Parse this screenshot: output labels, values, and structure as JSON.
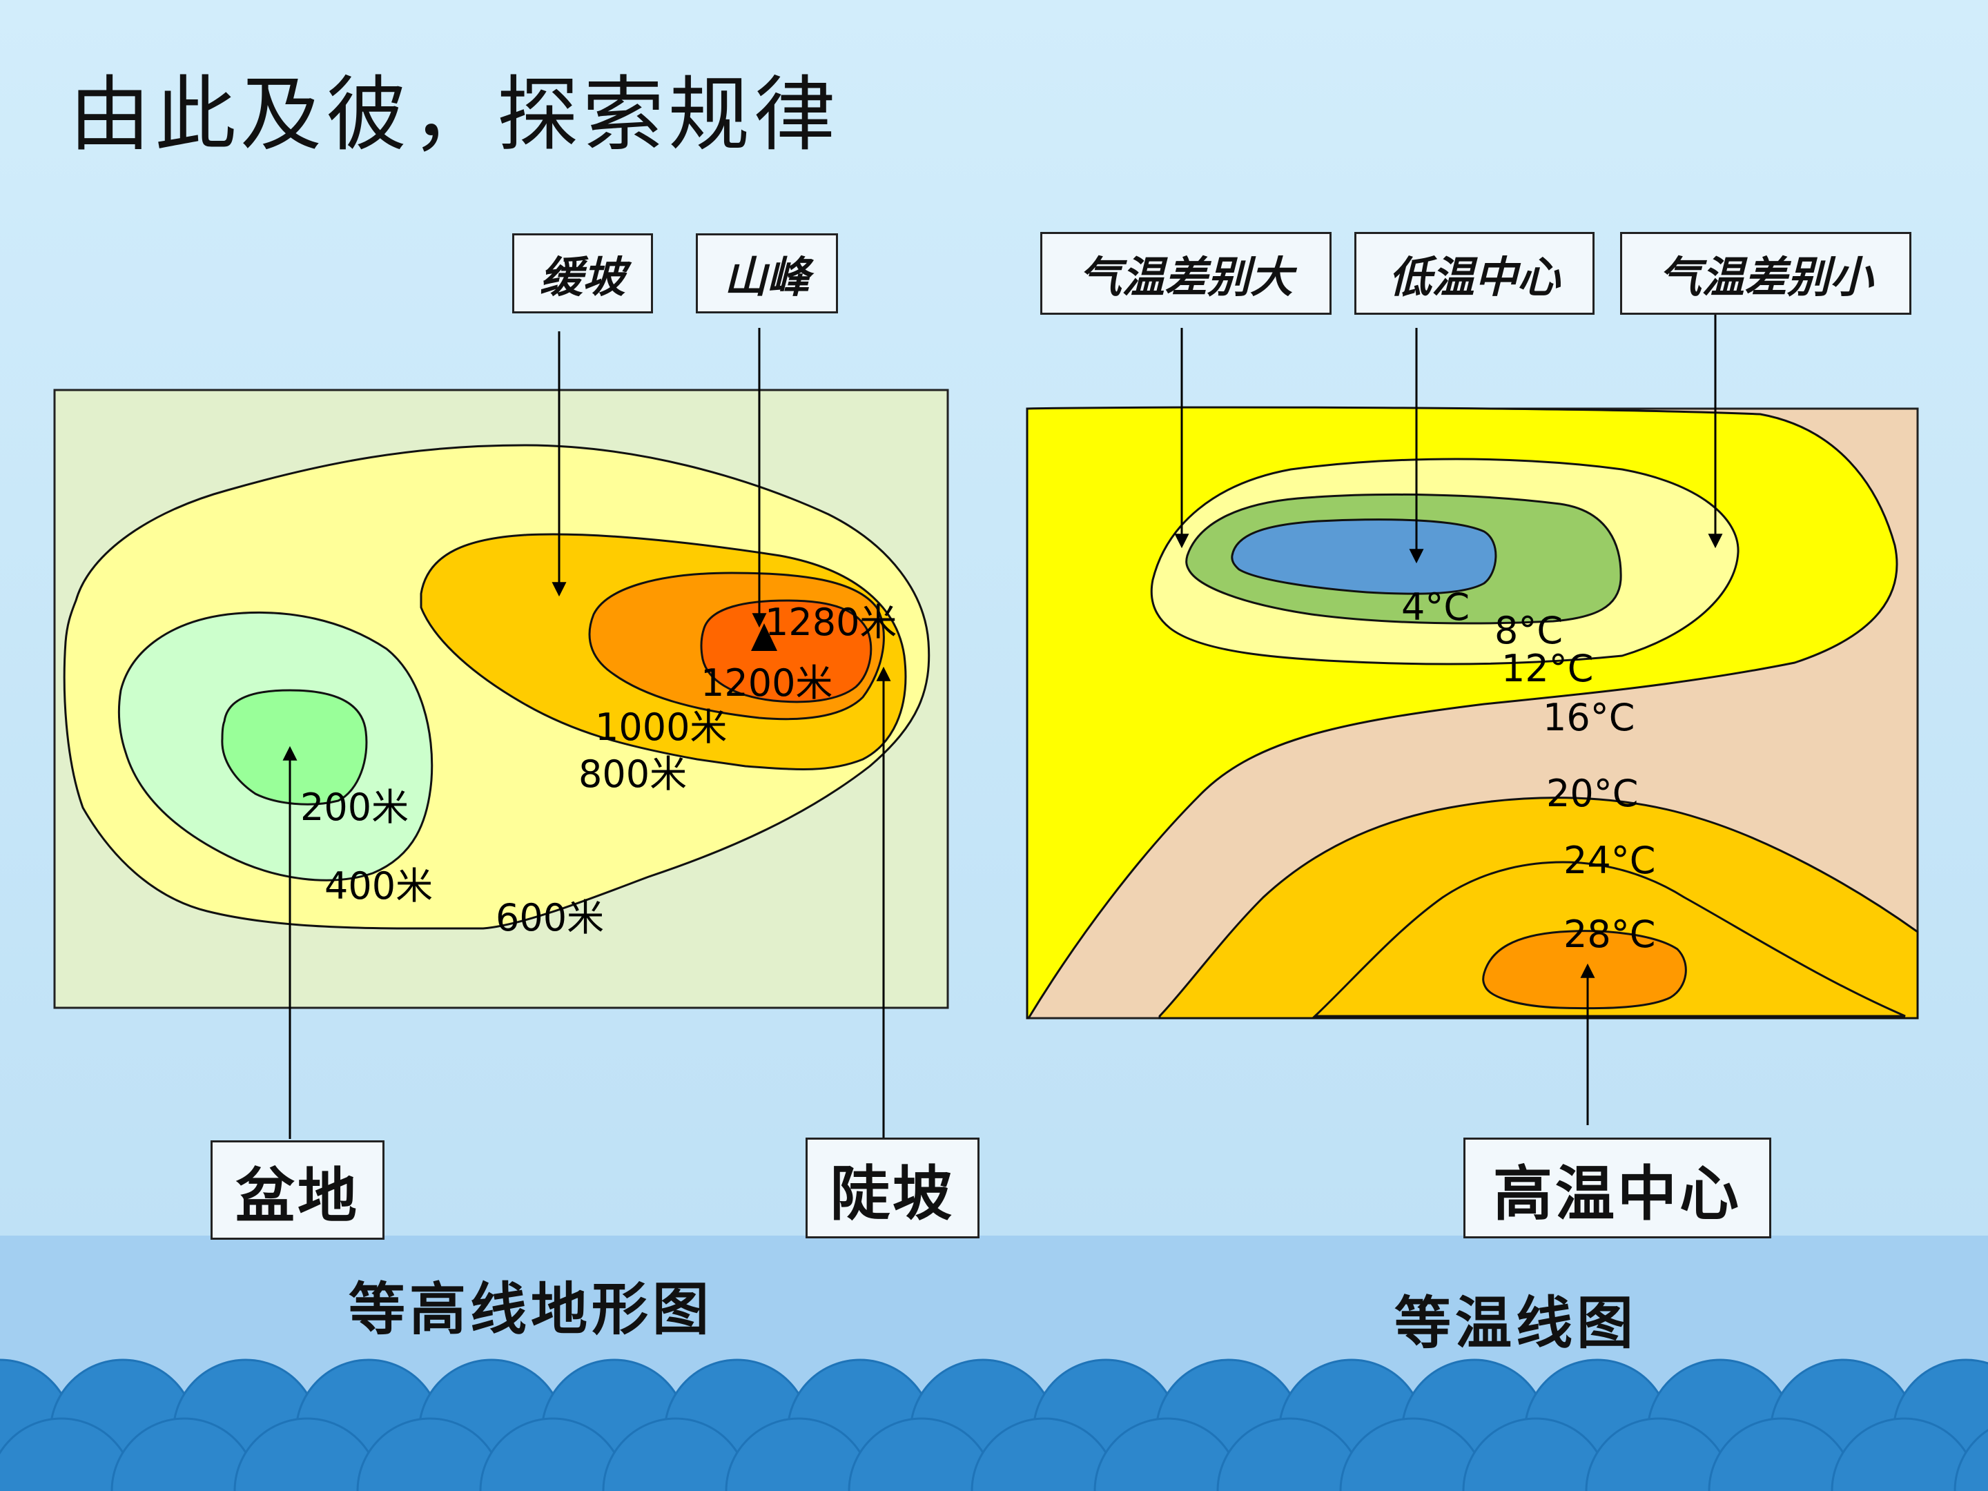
{
  "slide_title": "由此及彼，探索规律",
  "contour_map": {
    "caption": "等高线地形图",
    "callouts": {
      "gentle_slope": "缓坡",
      "peak": "山峰",
      "basin": "盆地",
      "steep_slope": "陡坡"
    },
    "labels": {
      "l200": "200米",
      "l400": "400米",
      "l600": "600米",
      "l800": "800米",
      "l1000": "1000米",
      "l1200": "1200米",
      "l1280": "1280米"
    }
  },
  "isotherm_map": {
    "caption": "等温线图",
    "callouts": {
      "large_diff": "气温差别大",
      "low_center": "低温中心",
      "small_diff": "气温差别小",
      "high_center": "高温中心"
    },
    "labels": {
      "t4": "4°C",
      "t8": "8°C",
      "t12": "12°C",
      "t16": "16°C",
      "t20": "20°C",
      "t24": "24°C",
      "t28": "28°C"
    }
  },
  "colors": {
    "background_top": "#c9e7f8",
    "background_bottom": "#9fcdf0",
    "wave": "#2d87cc",
    "contour_outer": "#e2f0cc",
    "contour_600": "#ffff99",
    "contour_1000": "#ffcc00",
    "contour_1200": "#ff9900",
    "contour_peak": "#ff6600",
    "basin_400": "#ccffcc",
    "basin_200": "#99ff99",
    "iso_yellow": "#ffff00",
    "iso_tan": "#f0d3b3",
    "iso_light": "#ffff99",
    "iso_green": "#99cc66",
    "iso_blue": "#5b9bd5",
    "iso_orange": "#ffcc00",
    "iso_hot": "#ff9900"
  }
}
